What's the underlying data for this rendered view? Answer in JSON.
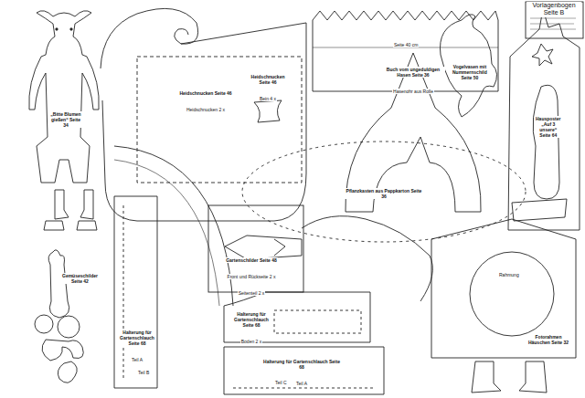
{
  "diagram": {
    "nodes": [
      {
        "text": [
          "Vorlagenbogen Seite B"
        ]
      },
      {
        "text": [
          "„Bitte Blumen gießen“ Seite 34"
        ]
      },
      {
        "text": [
          "Heidschnucken Seite 46",
          "Heidschnucken 2 x"
        ]
      },
      {
        "text": [
          "Heidschnucken Seite 46",
          "Bein 4 x"
        ]
      },
      {
        "text": [
          "Buch vom ungeduldigen Hasen Seite 36",
          "Hasenohr aus Rolle"
        ]
      },
      {
        "text": [
          "Vogelvasen mit Nummernschild Seite 50"
        ]
      },
      {
        "text": [
          "Hausposter „Auf 3 unsere“ Seite 64"
        ]
      },
      {
        "text": [
          "Pflanzkasten aus Pappkarton Seite 36"
        ]
      },
      {
        "text": [
          "Gartenschilder Seite 48",
          "Front und Rückseite 2 x",
          "Seitenteil 2 x"
        ]
      },
      {
        "text": [
          "Gemüseschilder Seite 42"
        ]
      },
      {
        "text": [
          "Halterung für Gartenschlauch Seite 68",
          "Teil A"
        ]
      },
      {
        "text": [
          "Halterung für Gartenschlauch Seite 68",
          "Boden 2 x"
        ]
      },
      {
        "text": [
          "Halterung für Gartenschlauch Seite 68",
          "Teil A"
        ]
      },
      {
        "text": [
          "Fotorahmen Häuschen Seite 32"
        ]
      }
    ],
    "labels": [
      "Seite 40 cm",
      "Rahmung",
      "Teil B",
      "Teil C"
    ]
  }
}
